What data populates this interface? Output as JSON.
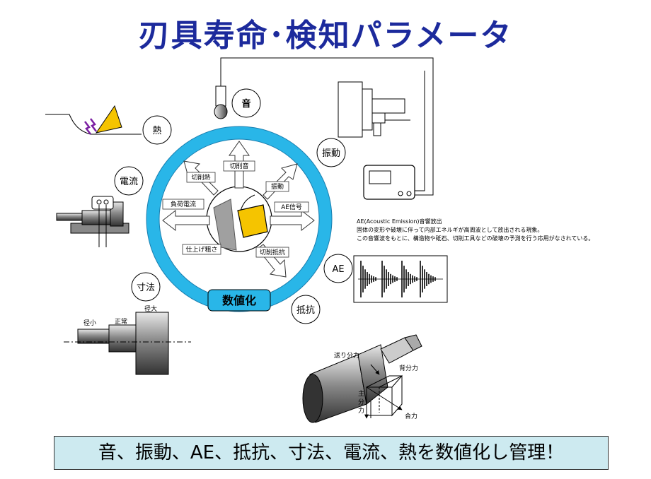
{
  "title": "刃具寿命･検知パラメータ",
  "center_label": "数値化",
  "inner_arrows": {
    "cutting_heat": "切削熱",
    "cutting_sound": "切削音",
    "vibration": "振動",
    "load_current": "負荷電流",
    "ae_signal": "AE信号",
    "finish_roughness": "仕上げ粗さ",
    "cutting_resistance": "切削抵抗"
  },
  "bubbles": {
    "sound": "音",
    "heat": "熱",
    "vibration": "振動",
    "current": "電流",
    "dimension": "寸法",
    "ae": "AE",
    "resistance": "抵抗"
  },
  "ae_note": {
    "line1": "AE(Acoustic Emission)音響放出",
    "line2": "固体の変形や破壊に伴って内部エネルギが高周波として放出される現象。",
    "line3": "この音響波をもとに、構造物や砥石、切削工具などの破壊の予測を行う応用がなされている。"
  },
  "dimension_labels": {
    "small": "径小",
    "normal": "正常",
    "large": "径大"
  },
  "force_labels": {
    "feed": "送り分力",
    "back": "背分力",
    "main_chars": [
      "主",
      "分",
      "力"
    ],
    "resultant": "合力"
  },
  "summary": "音、振動、AE、抵抗、寸法、電流、熱を数値化し管理！",
  "colors": {
    "title": "#1c2a9c",
    "ring": "#29b6e8",
    "insert": "#f5c400",
    "summary_bg": "#cdeaf0",
    "spark": "#7b1fa2"
  }
}
